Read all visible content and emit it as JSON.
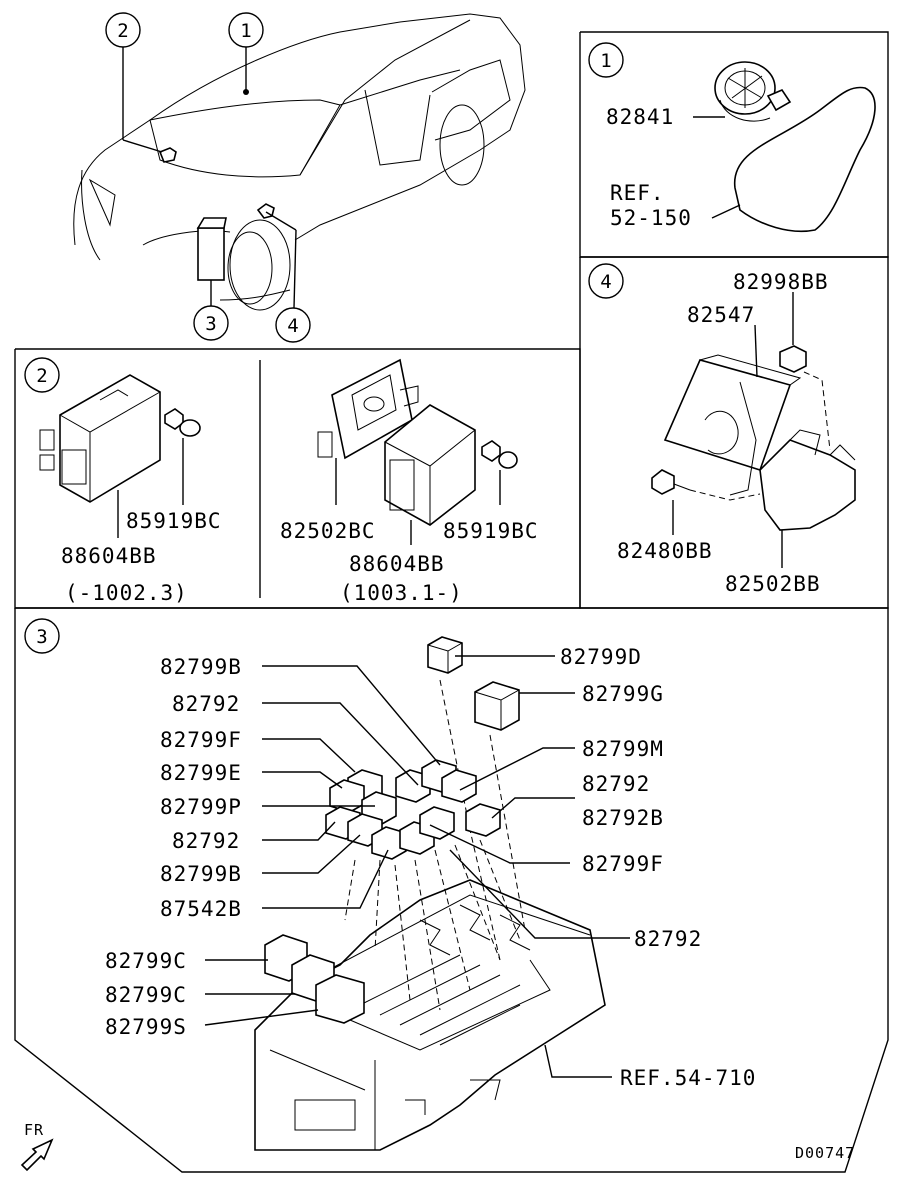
{
  "diagram_id": "D00747",
  "front_indicator": "FR",
  "callouts": {
    "c1": "1",
    "c2": "2",
    "c3": "3",
    "c4": "4"
  },
  "panel1": {
    "part_82841": "82841",
    "ref_line1": "REF.",
    "ref_line2": "52-150"
  },
  "panel2": {
    "left_bolt": "85919BC",
    "left_module": "88604BB",
    "left_range": "(-1002.3)",
    "right_bracket": "82502BC",
    "right_bolt": "85919BC",
    "right_module": "88604BB",
    "right_range": "(1003.1-)"
  },
  "panel4": {
    "nut": "82998BB",
    "bracket_main": "82547",
    "bolt": "82480BB",
    "bracket_lower": "82502BB"
  },
  "panel3": {
    "l1": "82799B",
    "l2": "82792",
    "l3": "82799F",
    "l4": "82799E",
    "l5": "82799P",
    "l6": "82792",
    "l7": "82799B",
    "l8": "87542B",
    "l9": "82799C",
    "l10": "82799C",
    "l11": "82799S",
    "r1": "82799D",
    "r2": "82799G",
    "r3": "82799M",
    "r4": "82792",
    "r5": "82792B",
    "r6": "82799F",
    "r7": "82792",
    "ref": "REF.54-710"
  }
}
